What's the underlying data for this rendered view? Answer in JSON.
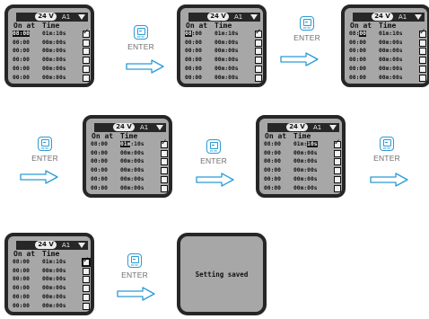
{
  "header": {
    "voltage": "24 V",
    "channel": "A1"
  },
  "columns": {
    "on_at": "On at",
    "time": "Time"
  },
  "enter": {
    "label": "ENTER",
    "button_caption": "ENTER"
  },
  "saved_message": "Setting saved",
  "screens": [
    {
      "rows": [
        {
          "on": "08:00",
          "time": "01m:10s",
          "checked": true,
          "highlight": "on"
        },
        {
          "on": "00:00",
          "time": "00m:00s",
          "checked": false,
          "highlight": ""
        },
        {
          "on": "00:00",
          "time": "00m:00s",
          "checked": false,
          "highlight": ""
        },
        {
          "on": "00:00",
          "time": "00m:00s",
          "checked": false,
          "highlight": ""
        },
        {
          "on": "00:00",
          "time": "00m:00s",
          "checked": false,
          "highlight": ""
        },
        {
          "on": "00:00",
          "time": "00m:00s",
          "checked": false,
          "highlight": ""
        }
      ]
    },
    {
      "rows": [
        {
          "on": "08:00",
          "time": "01m:10s",
          "checked": true,
          "highlight": "on-h"
        },
        {
          "on": "00:00",
          "time": "00m:00s",
          "checked": false,
          "highlight": ""
        },
        {
          "on": "00:00",
          "time": "00m:00s",
          "checked": false,
          "highlight": ""
        },
        {
          "on": "00:00",
          "time": "00m:00s",
          "checked": false,
          "highlight": ""
        },
        {
          "on": "00:00",
          "time": "00m:00s",
          "checked": false,
          "highlight": ""
        },
        {
          "on": "00:00",
          "time": "00m:00s",
          "checked": false,
          "highlight": ""
        }
      ]
    },
    {
      "rows": [
        {
          "on": "08:00",
          "time": "01m:10s",
          "checked": true,
          "highlight": "on-m"
        },
        {
          "on": "00:00",
          "time": "00m:00s",
          "checked": false,
          "highlight": ""
        },
        {
          "on": "00:00",
          "time": "00m:00s",
          "checked": false,
          "highlight": ""
        },
        {
          "on": "00:00",
          "time": "00m:00s",
          "checked": false,
          "highlight": ""
        },
        {
          "on": "00:00",
          "time": "00m:00s",
          "checked": false,
          "highlight": ""
        },
        {
          "on": "00:00",
          "time": "00m:00s",
          "checked": false,
          "highlight": ""
        }
      ]
    },
    {
      "rows": [
        {
          "on": "08:00",
          "time": "01m:10s",
          "checked": true,
          "highlight": "time-m"
        },
        {
          "on": "00:00",
          "time": "00m:00s",
          "checked": false,
          "highlight": ""
        },
        {
          "on": "00:00",
          "time": "00m:00s",
          "checked": false,
          "highlight": ""
        },
        {
          "on": "00:00",
          "time": "00m:00s",
          "checked": false,
          "highlight": ""
        },
        {
          "on": "00:00",
          "time": "00m:00s",
          "checked": false,
          "highlight": ""
        },
        {
          "on": "00:00",
          "time": "00m:00s",
          "checked": false,
          "highlight": ""
        }
      ]
    },
    {
      "rows": [
        {
          "on": "08:00",
          "time": "01m:10s",
          "checked": true,
          "highlight": "time-s"
        },
        {
          "on": "00:00",
          "time": "00m:00s",
          "checked": false,
          "highlight": ""
        },
        {
          "on": "00:00",
          "time": "00m:00s",
          "checked": false,
          "highlight": ""
        },
        {
          "on": "00:00",
          "time": "00m:00s",
          "checked": false,
          "highlight": ""
        },
        {
          "on": "00:00",
          "time": "00m:00s",
          "checked": false,
          "highlight": ""
        },
        {
          "on": "00:00",
          "time": "00m:00s",
          "checked": false,
          "highlight": ""
        }
      ]
    },
    {
      "rows": [
        {
          "on": "08:00",
          "time": "01m:10s",
          "checked": true,
          "highlight": "check"
        },
        {
          "on": "00:00",
          "time": "00m:00s",
          "checked": false,
          "highlight": ""
        },
        {
          "on": "00:00",
          "time": "00m:00s",
          "checked": false,
          "highlight": ""
        },
        {
          "on": "00:00",
          "time": "00m:00s",
          "checked": false,
          "highlight": ""
        },
        {
          "on": "00:00",
          "time": "00m:00s",
          "checked": false,
          "highlight": ""
        },
        {
          "on": "00:00",
          "time": "00m:00s",
          "checked": false,
          "highlight": ""
        }
      ]
    }
  ],
  "colors": {
    "accent": "#2a9bd7",
    "screen_bg": "#a7a7a7",
    "bezel": "#262626"
  }
}
